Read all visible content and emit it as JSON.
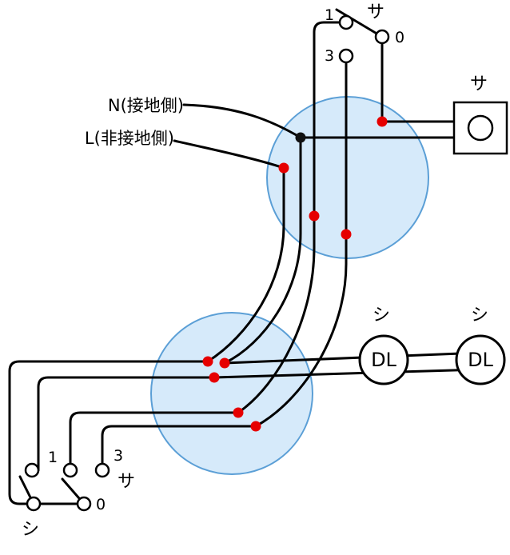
{
  "diagram": {
    "source": {
      "neutral": "N(接地側)",
      "live": "L(非接地側)"
    },
    "top_switch": {
      "name": "サ",
      "t1": "1",
      "t0": "0",
      "t3": "3"
    },
    "ceiling_outlet": {
      "name": "サ"
    },
    "downlight1": {
      "name": "シ",
      "text": "DL"
    },
    "downlight2": {
      "name": "シ",
      "text": "DL"
    },
    "bottom_switch": {
      "name": "サ",
      "t1": "1",
      "t0": "0",
      "t3": "3"
    },
    "single_switch": {
      "name": "シ"
    },
    "colors": {
      "wire": "#000000",
      "connector": "#e60000",
      "source_joint": "#111111",
      "junction_fill": "#d6eafa",
      "junction_stroke": "#5b9fd6",
      "device_fill": "#ffffff",
      "device_stroke": "#000000"
    }
  }
}
